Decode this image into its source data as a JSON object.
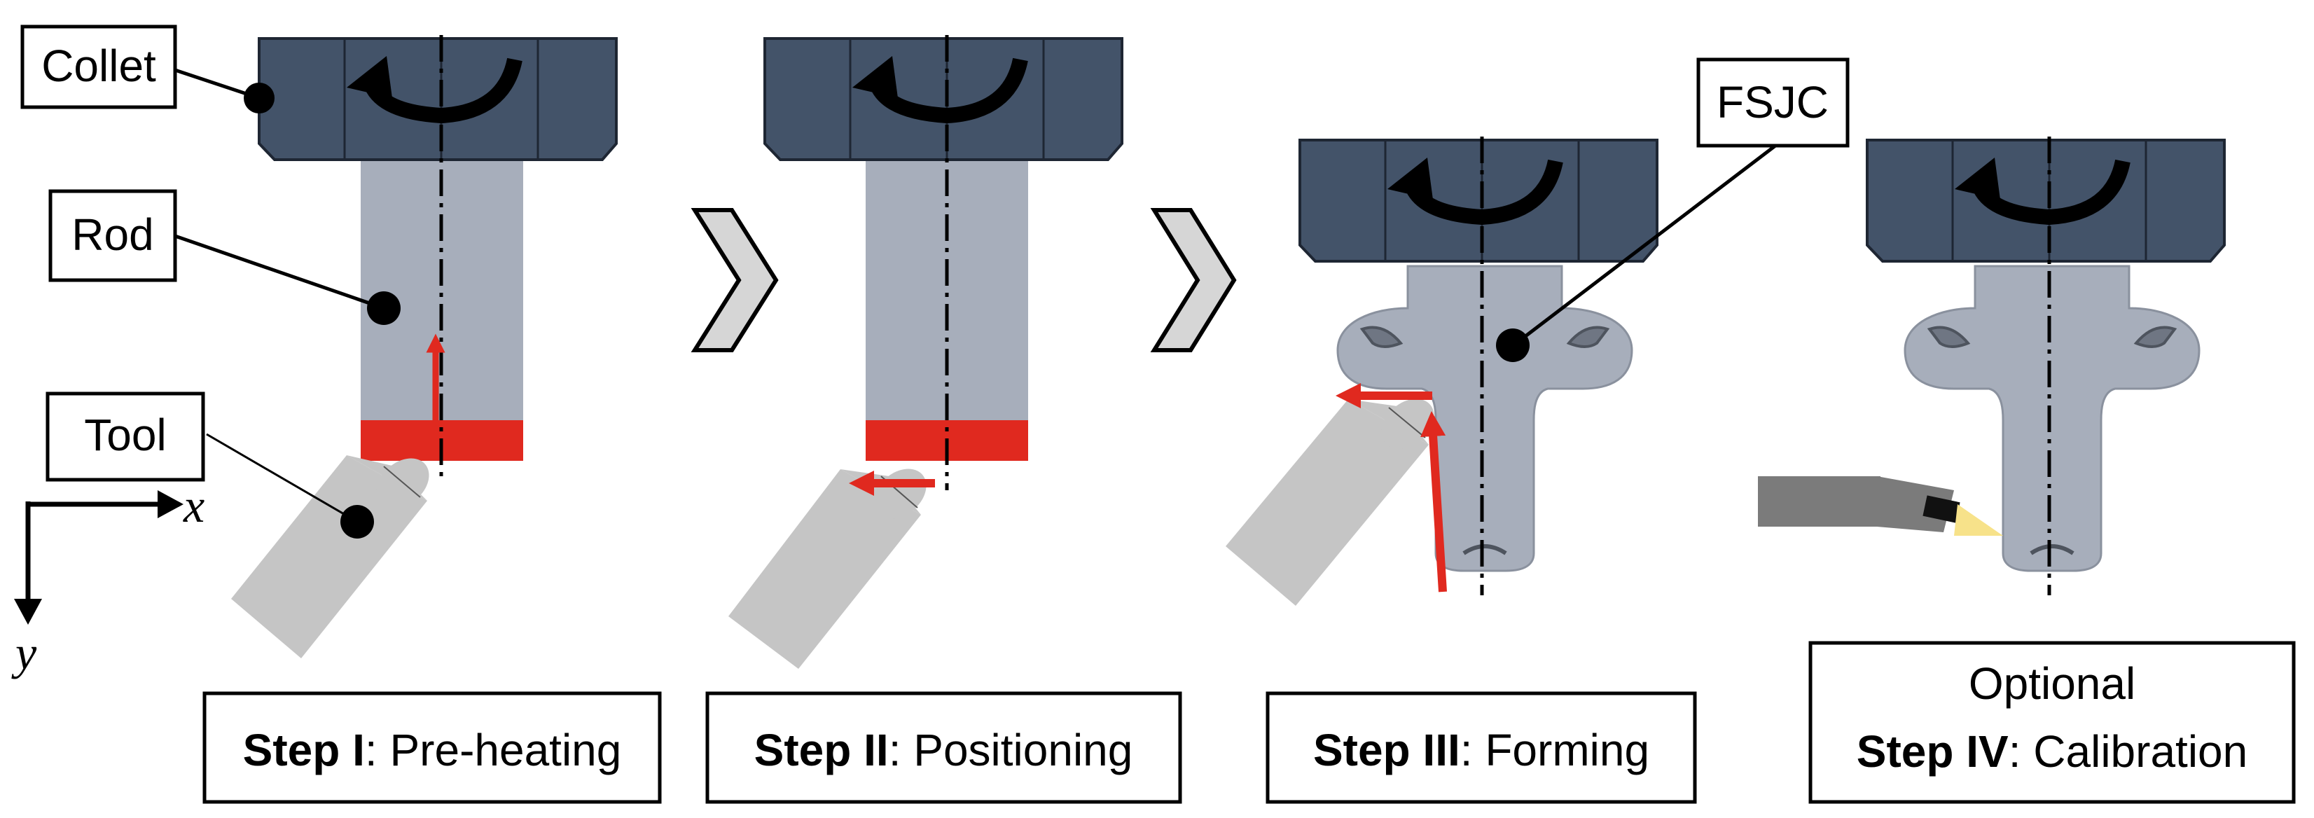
{
  "callouts": {
    "collet": "Collet",
    "rod": "Rod",
    "tool": "Tool",
    "fsjc": "FSJC"
  },
  "axes": {
    "x": "x",
    "y": "y"
  },
  "steps": [
    {
      "bold": "Step I",
      "rest": ": Pre-heating"
    },
    {
      "bold": "Step II",
      "rest": ": Positioning"
    },
    {
      "bold": "Step III",
      "rest": ": Forming"
    },
    {
      "prefix": "Optional",
      "bold": "Step IV",
      "rest": ": Calibration"
    }
  ],
  "colors": {
    "collet": "#435369",
    "rod": "#a7aebb",
    "heat": "#e0291f",
    "tool": "#c5c5c5",
    "arrow": "#e0291f",
    "calibration_tool": "#7b7b7b",
    "spark": "#f7e28a"
  }
}
